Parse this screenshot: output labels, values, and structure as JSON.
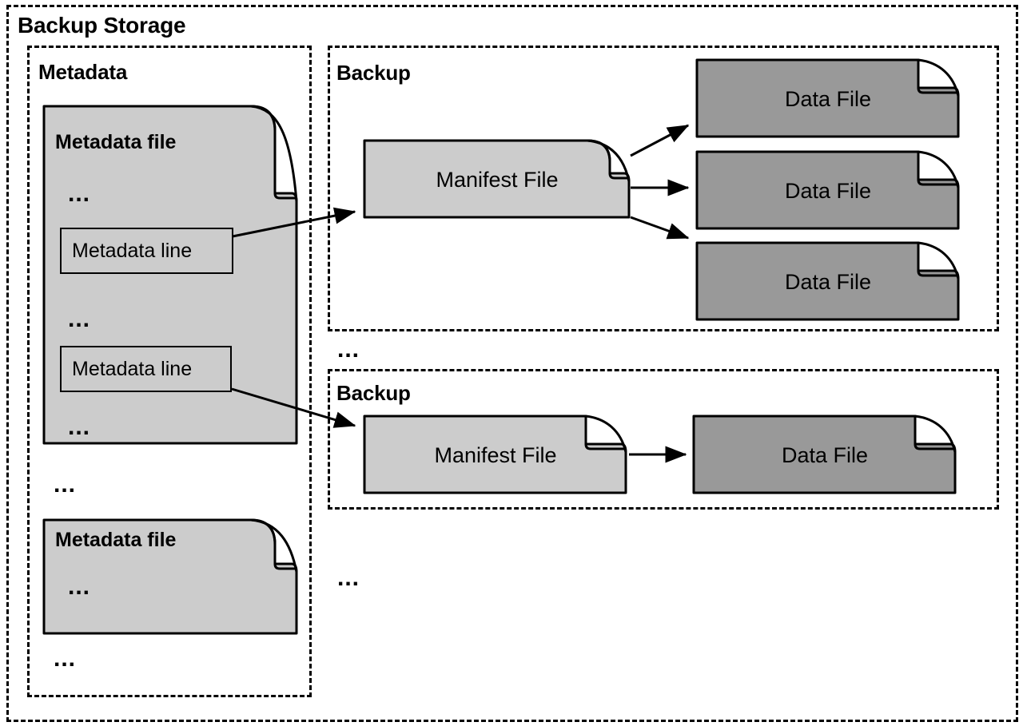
{
  "diagram": {
    "title": "Backup Storage",
    "groups": {
      "metadata": {
        "title": "Metadata"
      },
      "backup_1": {
        "title": "Backup"
      },
      "backup_2": {
        "title": "Backup"
      }
    },
    "ellipsis": "...",
    "metadata_files": [
      {
        "heading": "Metadata file",
        "ellipsis_top": "...",
        "line_1": "Metadata line",
        "ellipsis_mid": "...",
        "line_2": "Metadata line",
        "ellipsis_bottom": "..."
      },
      {
        "heading": "Metadata file",
        "ellipsis_inner": "..."
      }
    ],
    "metadata_group_ellipsis_between": "...",
    "metadata_group_ellipsis_bottom": "...",
    "backup_1_contents": {
      "manifest_label": "Manifest File",
      "data_files": [
        "Data File",
        "Data File",
        "Data File"
      ]
    },
    "backup_2_contents": {
      "manifest_label": "Manifest File",
      "data_files": [
        "Data File"
      ]
    },
    "ellipsis_between_backups": "...",
    "ellipsis_below_backups": "...",
    "colors": {
      "light_file_fill": "#cccccc",
      "data_file_fill": "#999999",
      "stroke": "#000000",
      "background": "#ffffff"
    }
  }
}
